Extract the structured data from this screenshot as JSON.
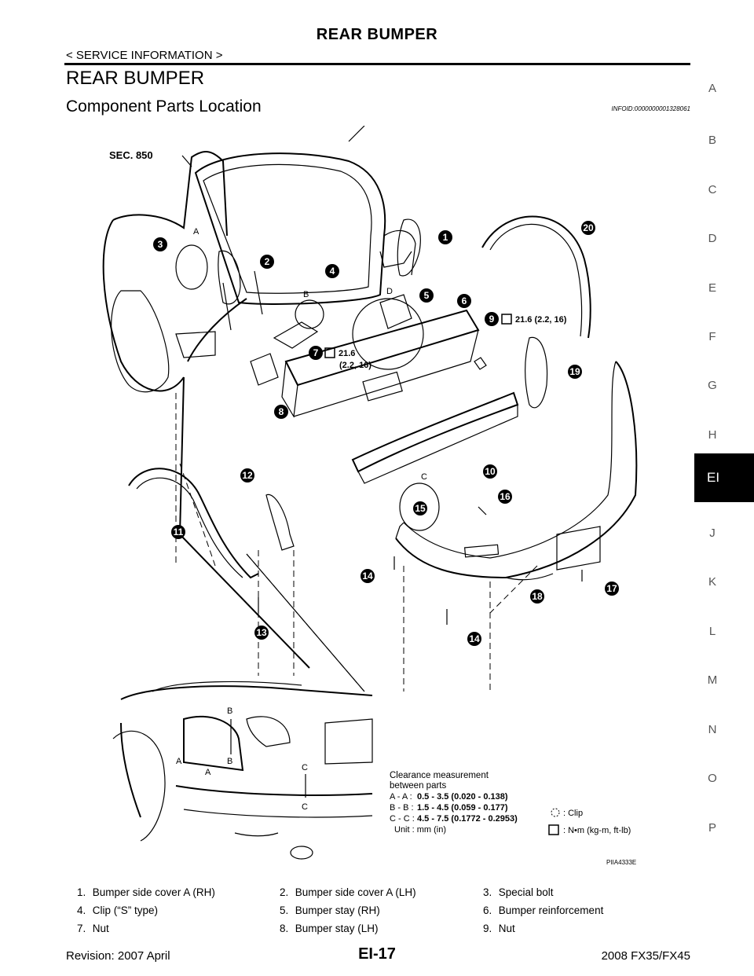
{
  "header": {
    "title": "REAR BUMPER",
    "subtitle": "< SERVICE INFORMATION >"
  },
  "section": {
    "title": "REAR BUMPER",
    "subtitle": "Component Parts Location",
    "info_id": "INFOID:0000000001328061"
  },
  "side_nav": [
    {
      "label": "A",
      "active": false
    },
    {
      "label": "B",
      "active": false
    },
    {
      "label": "C",
      "active": false
    },
    {
      "label": "D",
      "active": false
    },
    {
      "label": "E",
      "active": false
    },
    {
      "label": "F",
      "active": false
    },
    {
      "label": "G",
      "active": false
    },
    {
      "label": "H",
      "active": false
    },
    {
      "label": "EI",
      "active": true
    },
    {
      "label": "J",
      "active": false
    },
    {
      "label": "K",
      "active": false
    },
    {
      "label": "L",
      "active": false
    },
    {
      "label": "M",
      "active": false
    },
    {
      "label": "N",
      "active": false
    },
    {
      "label": "O",
      "active": false
    },
    {
      "label": "P",
      "active": false
    }
  ],
  "diagram": {
    "section_label": "SEC. 850",
    "image_code": "PIIA4333E",
    "callouts": [
      "1",
      "2",
      "3",
      "4",
      "5",
      "6",
      "7",
      "8",
      "9",
      "10",
      "11",
      "12",
      "13",
      "14",
      "14",
      "15",
      "16",
      "17",
      "18",
      "19",
      "20"
    ],
    "torque_9": "21.6 (2.2, 16)",
    "torque_7_line1": "21.6",
    "torque_7_line2": "(2.2, 16)",
    "view_letters": [
      "A",
      "B",
      "C",
      "D"
    ],
    "clearance": {
      "title_line1": "Clearance measurement",
      "title_line2": "between parts",
      "rows": [
        {
          "label": "A - A :",
          "value": "0.5 - 3.5 (0.020 - 0.138)"
        },
        {
          "label": "B - B :",
          "value": "1.5 - 4.5 (0.059 - 0.177)"
        },
        {
          "label": "C - C :",
          "value": "4.5 - 7.5 (0.1772 - 0.2953)"
        }
      ],
      "unit": "Unit : mm (in)"
    },
    "symbols": {
      "clip": ": Clip",
      "torque": ": N•m (kg-m, ft-lb)"
    },
    "gap_labels": [
      "A",
      "A",
      "B",
      "B",
      "C",
      "C"
    ]
  },
  "legend": [
    [
      "1.",
      "Bumper side cover A (RH)",
      "2.",
      "Bumper side cover A (LH)",
      "3.",
      "Special bolt"
    ],
    [
      "4.",
      "Clip (“S” type)",
      "5.",
      "Bumper stay (RH)",
      "6.",
      "Bumper reinforcement"
    ],
    [
      "7.",
      "Nut",
      "8.",
      "Bumper stay (LH)",
      "9.",
      "Nut"
    ]
  ],
  "footer": {
    "revision": "Revision: 2007 April",
    "page": "EI-17",
    "model": "2008 FX35/FX45"
  }
}
